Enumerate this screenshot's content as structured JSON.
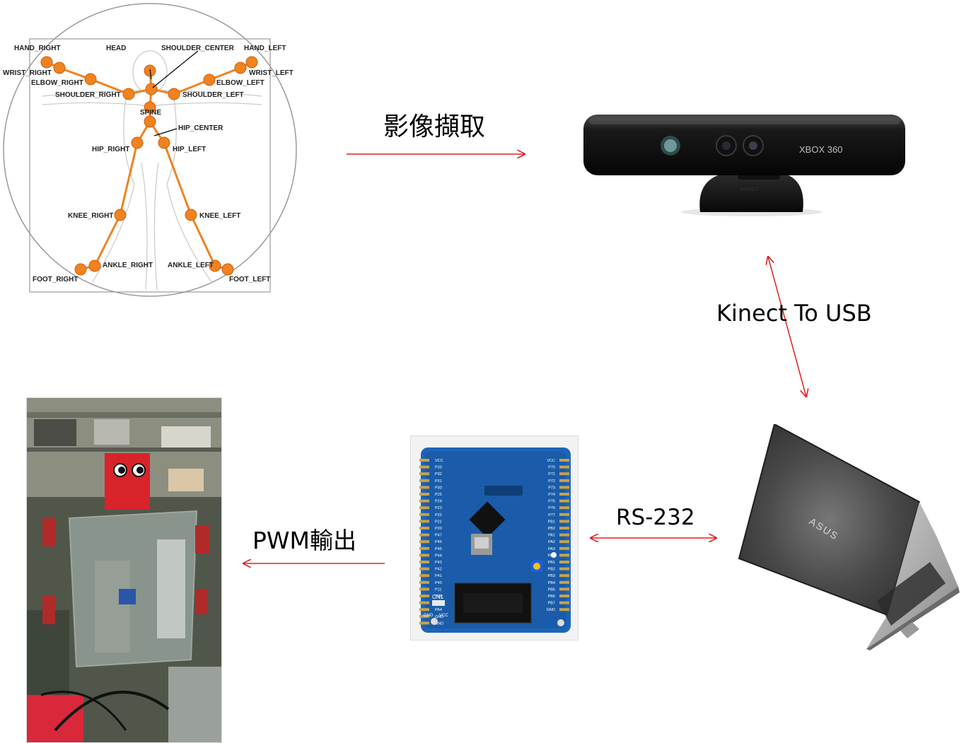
{
  "flow_labels": {
    "capture": "影像擷取",
    "kinect_usb": "Kinect To USB",
    "rs232": "RS-232",
    "pwm": "PWM輸出"
  },
  "skeleton": {
    "joint_labels": {
      "hand_right": "HAND_RIGHT",
      "head": "HEAD",
      "shoulder_center": "SHOULDER_CENTER",
      "hand_left": "HAND_LEFT",
      "wrist_right": "WRIST_RIGHT",
      "wrist_left": "WRIST_LEFT",
      "elbow_right": "ELBOW_RIGHT",
      "elbow_left": "ELBOW_LEFT",
      "shoulder_right": "SHOULDER_RIGHT",
      "shoulder_left": "SHOULDER_LEFT",
      "spine": "SPINE",
      "hip_center": "HIP_CENTER",
      "hip_right": "HIP_RIGHT",
      "hip_left": "HIP_LEFT",
      "knee_right": "KNEE_RIGHT",
      "knee_left": "KNEE_LEFT",
      "ankle_right": "ANKLE_RIGHT",
      "ankle_left": "ANKLE_LEFT",
      "foot_right": "FOOT_RIGHT",
      "foot_left": "FOOT_LEFT"
    }
  },
  "kinect": {
    "brand": "XBOX 360",
    "base_text": "KINECT"
  },
  "laptop": {
    "brand": "ASUS"
  },
  "board": {
    "left_pins": [
      "VCC",
      "P33",
      "P32",
      "P31",
      "P30",
      "P25",
      "P24",
      "P23",
      "P22",
      "P21",
      "P20",
      "P47",
      "P46",
      "P45",
      "P44",
      "P43",
      "P42",
      "P41",
      "P40",
      "P11",
      "P10",
      "PA5",
      "PA4",
      "GND",
      "GND"
    ],
    "right_pins": [
      "VCC",
      "P70",
      "P71",
      "P72",
      "P73",
      "P74",
      "P75",
      "P76",
      "P77",
      "PB1",
      "PB2",
      "PA1",
      "PA2",
      "PA3",
      "PB0",
      "PB1",
      "PB2",
      "PB3",
      "PB4",
      "PB5",
      "PB6",
      "PB7",
      "GND"
    ],
    "connector_label": "CN1",
    "gnd": "GND",
    "vcc": "VCC"
  },
  "colors": {
    "arrow": "#e0201e",
    "joint": "#f08220",
    "bone": "#f08220"
  }
}
